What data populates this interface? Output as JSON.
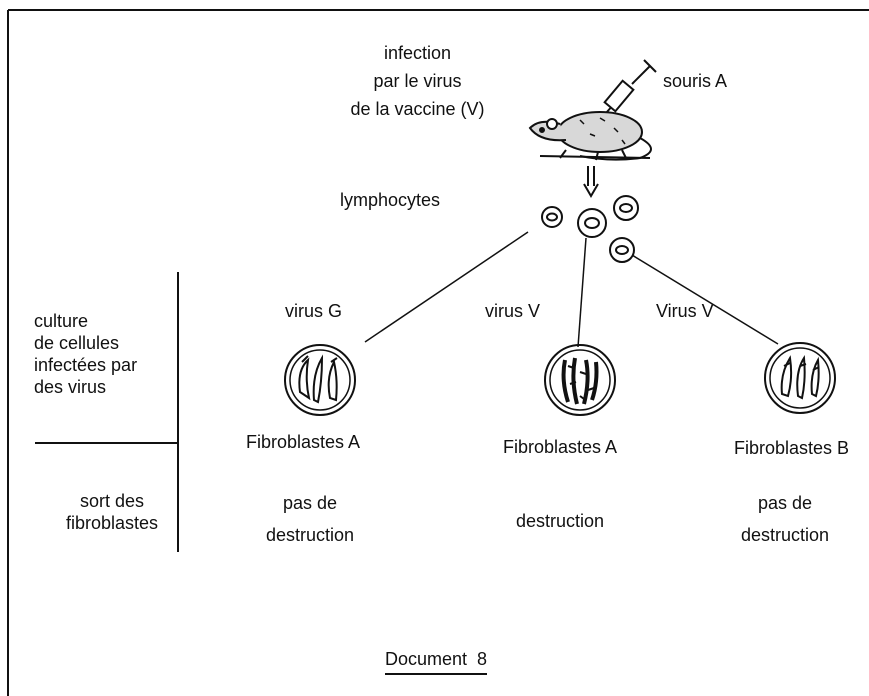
{
  "infection": {
    "line1": "infection",
    "line2": "par le virus",
    "line3": "de la vaccine (V)"
  },
  "mouse_label": "souris A",
  "lymphocytes_label": "lymphocytes",
  "row_labels": {
    "culture": [
      "culture",
      "de cellules",
      "infectées par",
      "des virus"
    ],
    "sort": [
      "sort des",
      "fibroblastes"
    ]
  },
  "columns": [
    {
      "virus": "virus G",
      "fibroblasts": "Fibroblastes A",
      "fate": [
        "pas de",
        "destruction"
      ]
    },
    {
      "virus": "virus V",
      "fibroblasts": "Fibroblastes A",
      "fate": [
        "destruction"
      ]
    },
    {
      "virus": "Virus V",
      "fibroblasts": "Fibroblastes B",
      "fate": [
        "pas de",
        "destruction"
      ]
    }
  ],
  "document_title": "Document  8"
}
